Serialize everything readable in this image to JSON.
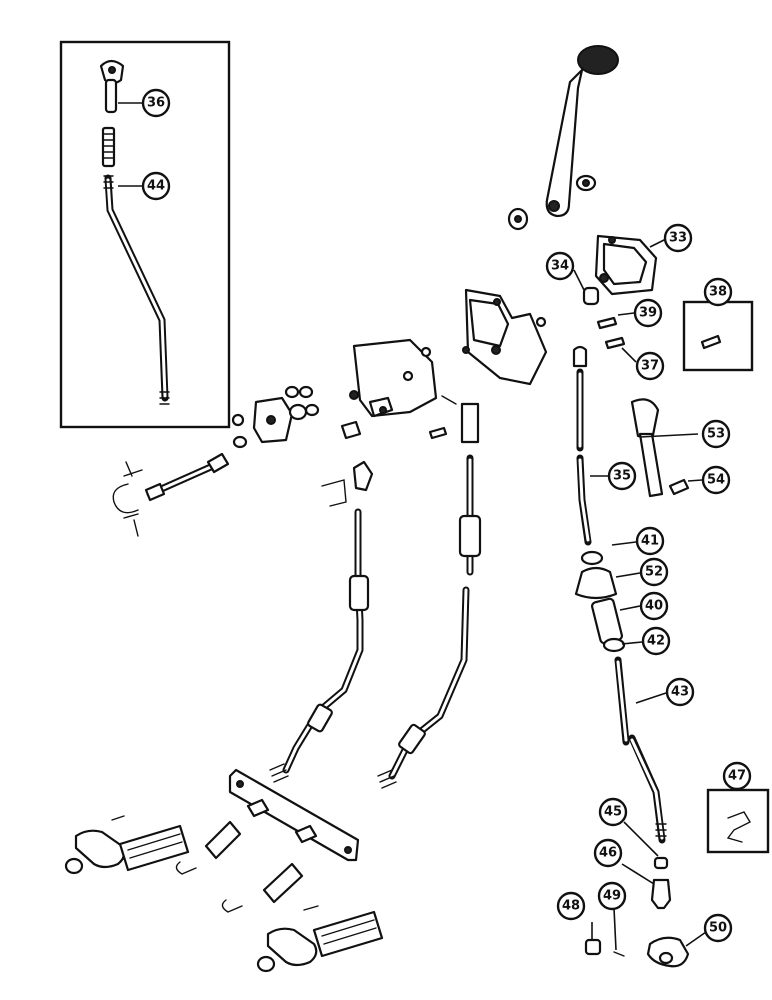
{
  "callouts": {
    "c33": "33",
    "c34": "34",
    "c35": "35",
    "c36": "36",
    "c37": "37",
    "c38": "38",
    "c39": "39",
    "c40": "40",
    "c41": "41",
    "c42": "42",
    "c43": "43",
    "c44": "44",
    "c45": "45",
    "c46": "46",
    "c47": "47",
    "c48": "48",
    "c49": "49",
    "c50": "50",
    "c52": "52",
    "c53": "53",
    "c54": "54"
  }
}
